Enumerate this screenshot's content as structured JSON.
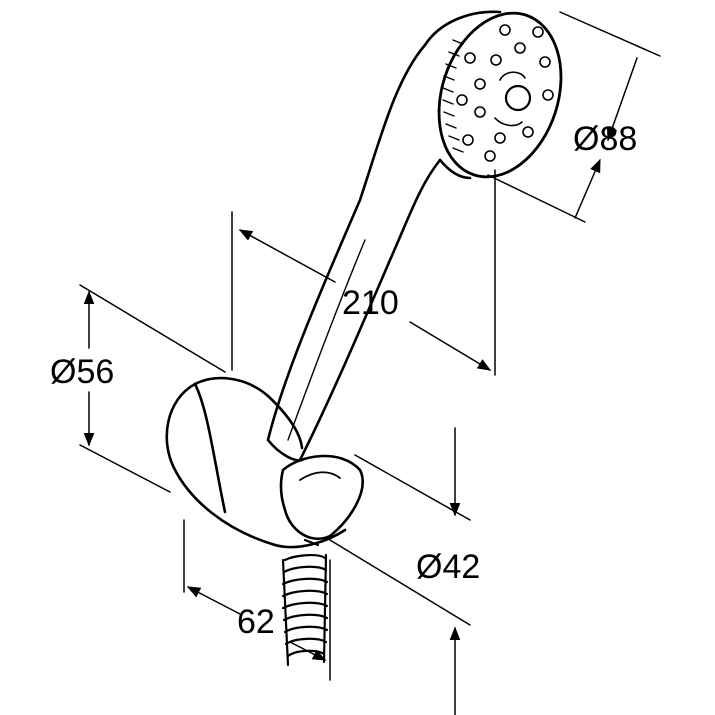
{
  "drawing": {
    "line_color": "#000000",
    "background": "#ffffff"
  },
  "dimensions": {
    "head_diameter": "Ø88",
    "length": "210",
    "holder_diameter": "Ø56",
    "hose_diameter": "Ø42",
    "projection": "62"
  }
}
